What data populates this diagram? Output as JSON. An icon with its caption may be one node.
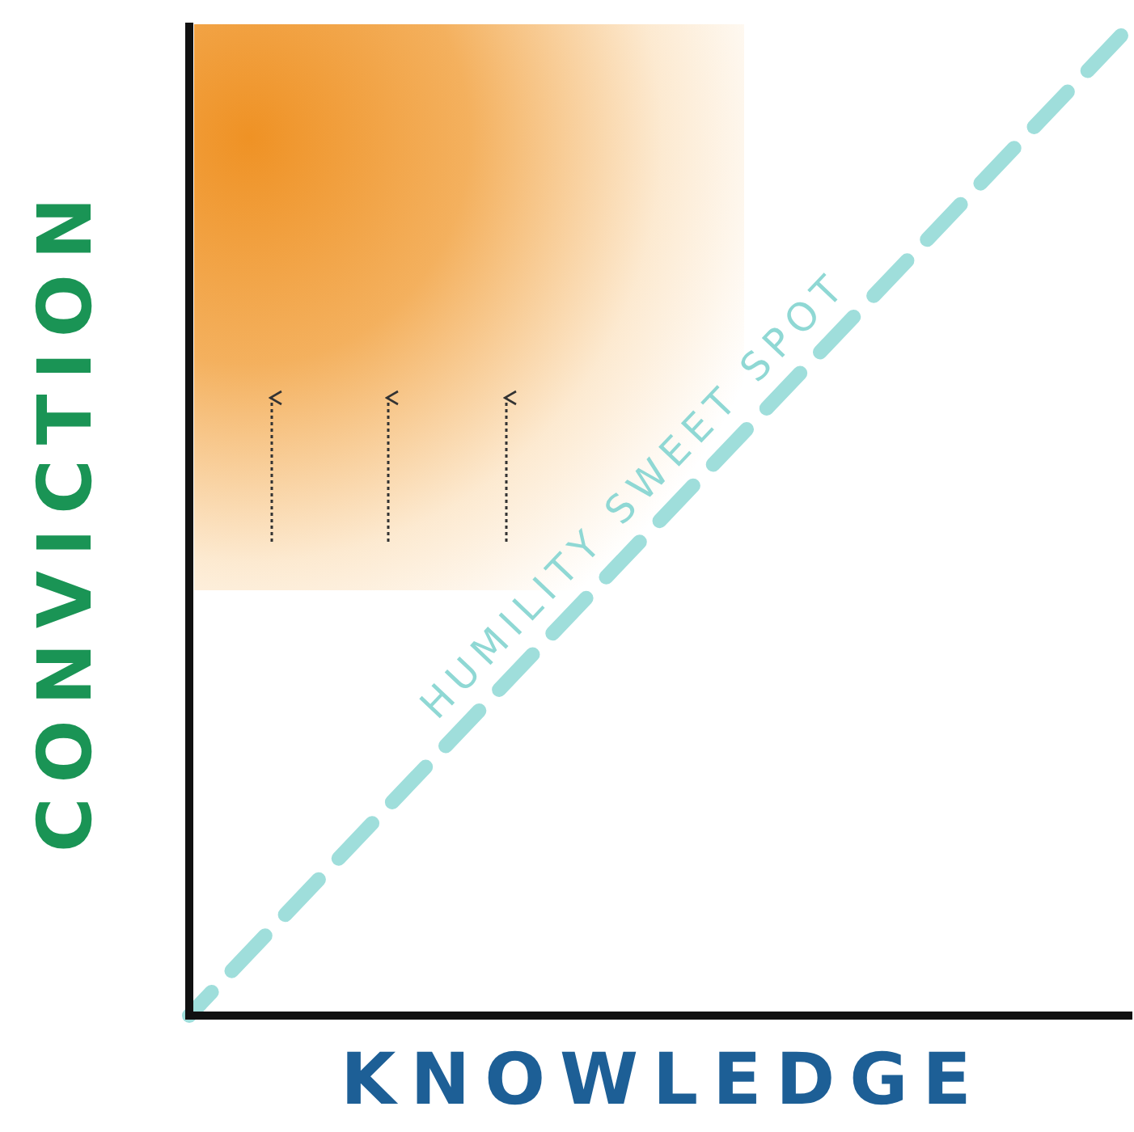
{
  "diagram": {
    "labels": [
      "CONVICTION",
      "HUMILITY SWEET SPOT",
      "KNOWLEDGE"
    ]
  }
}
